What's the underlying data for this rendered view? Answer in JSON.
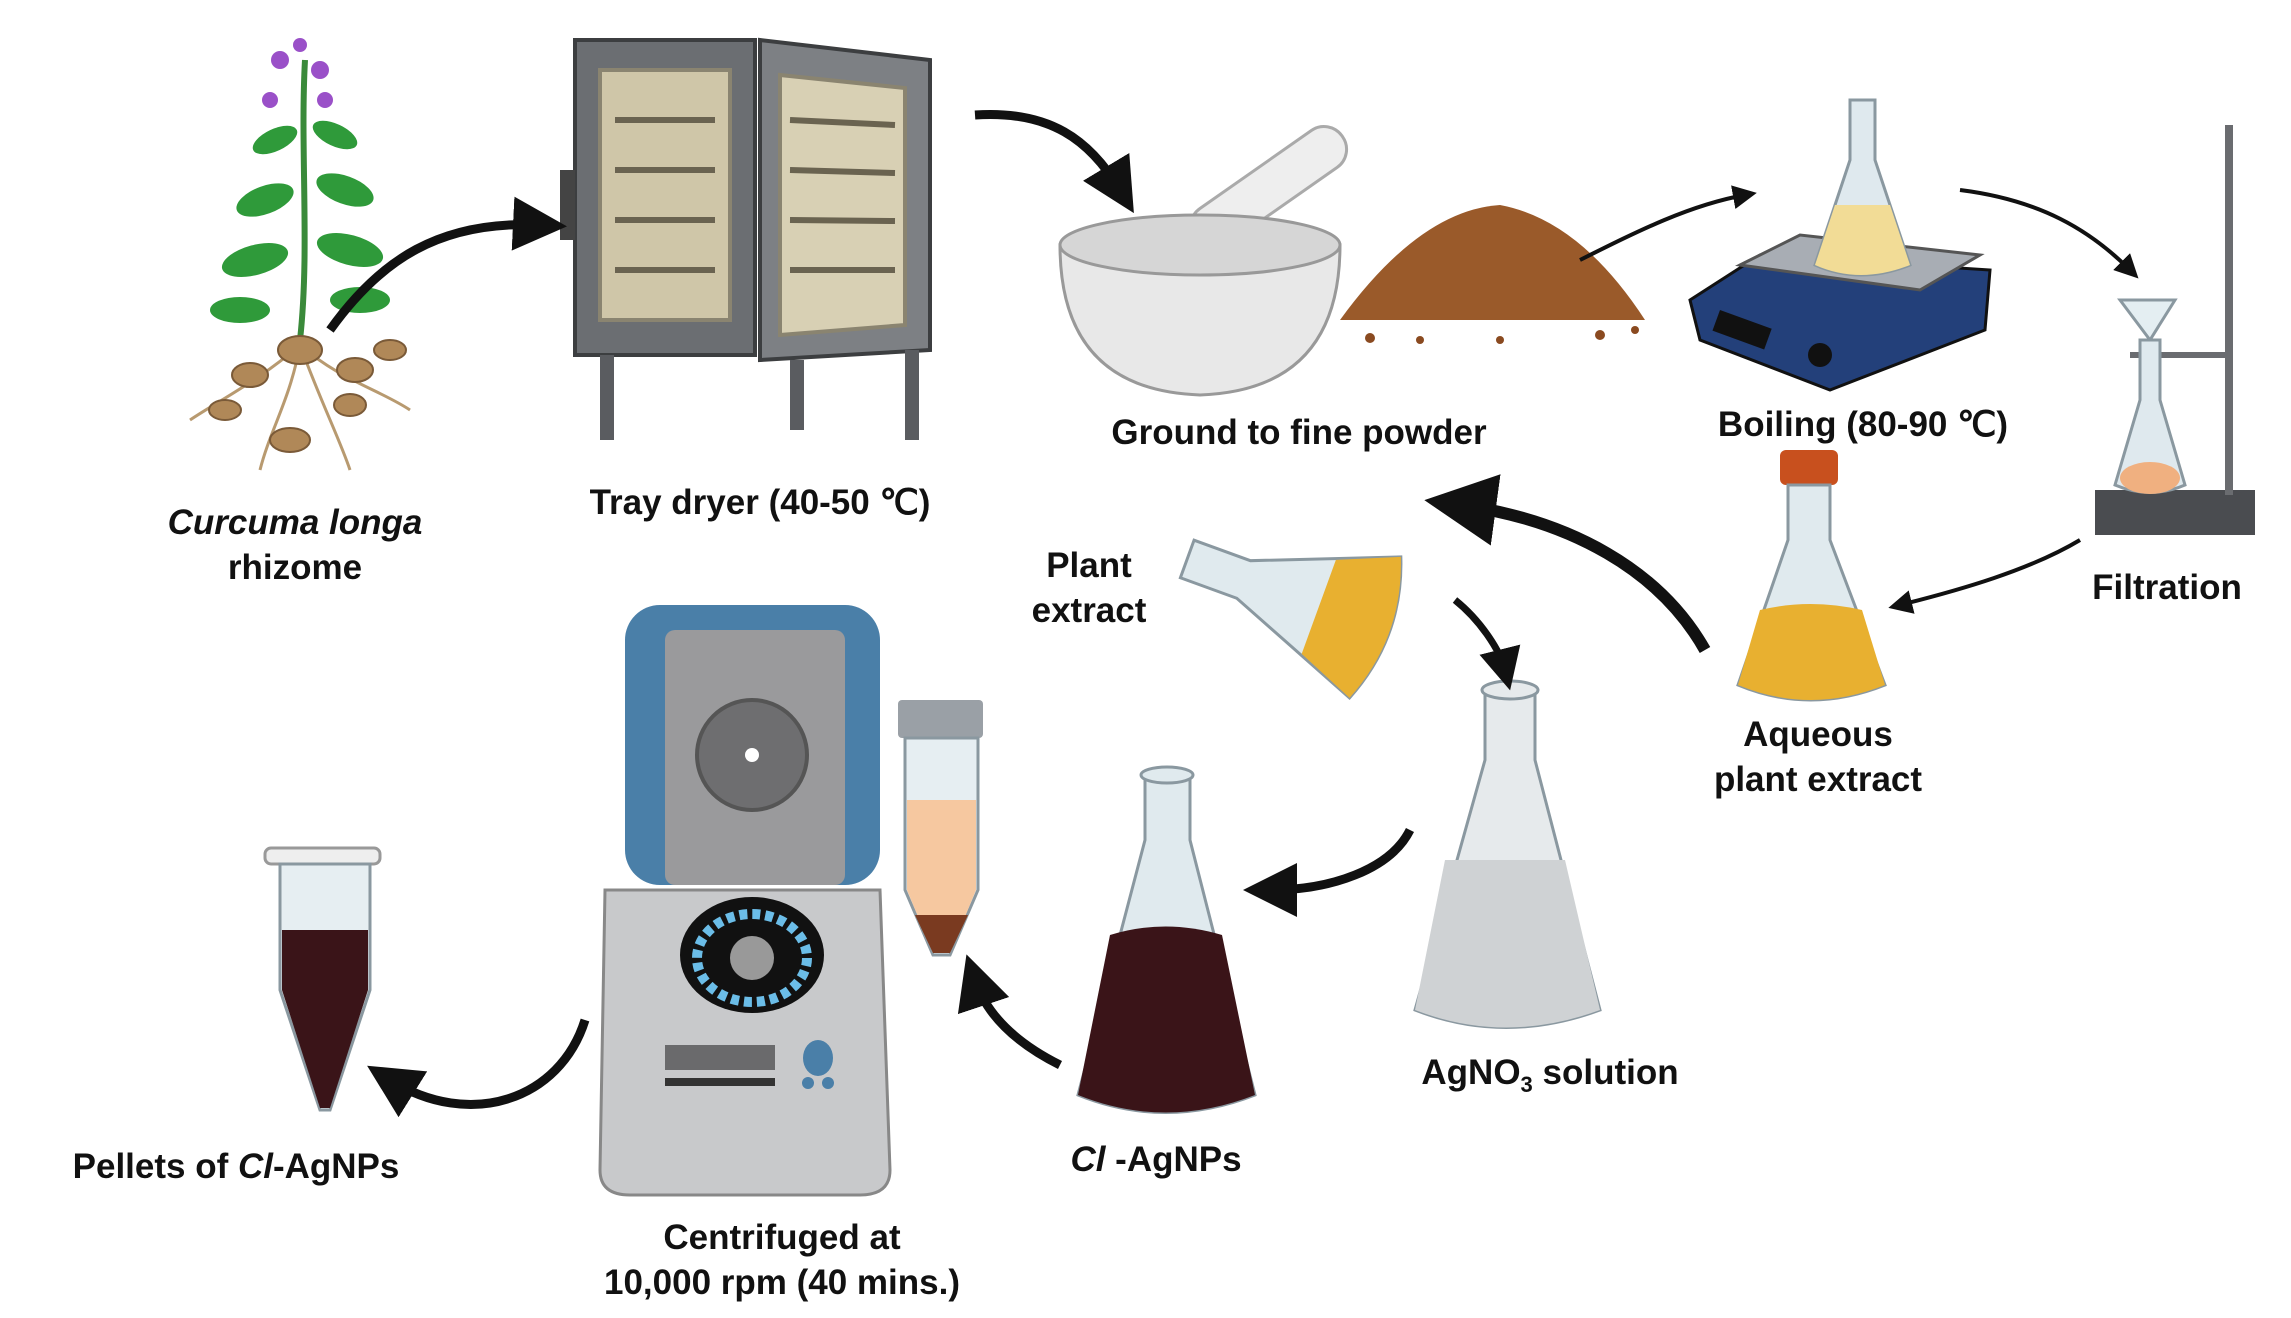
{
  "labels": {
    "plant_species": "Curcuma longa",
    "plant_part": "rhizome",
    "tray_dryer": "Tray dryer (40-50 ℃)",
    "ground": "Ground to fine powder",
    "boiling": "Boiling (80-90 ℃)",
    "filtration": "Filtration",
    "aqueous_line1": "Aqueous",
    "aqueous_line2": "plant extract",
    "plant_extract_line1": "Plant",
    "plant_extract_line2": "extract",
    "agno3_formula": "AgNO",
    "agno3_sub": "3",
    "agno3_rest": " solution",
    "clagnps_italic": "Cl",
    "clagnps_rest": " -AgNPs",
    "centrifuged_line1": "Centrifuged at",
    "centrifuged_line2": "10,000 rpm (40 mins.)",
    "pellets_prefix": "Pellets of ",
    "pellets_italic": "Cl",
    "pellets_rest": "-AgNPs"
  },
  "colors": {
    "extract": "#e8b030",
    "nanoparticles": "#3a1418",
    "centrifuge_lid": "#4a7fa8",
    "hotplate": "#23407a",
    "powder": "#9a5a2a"
  }
}
